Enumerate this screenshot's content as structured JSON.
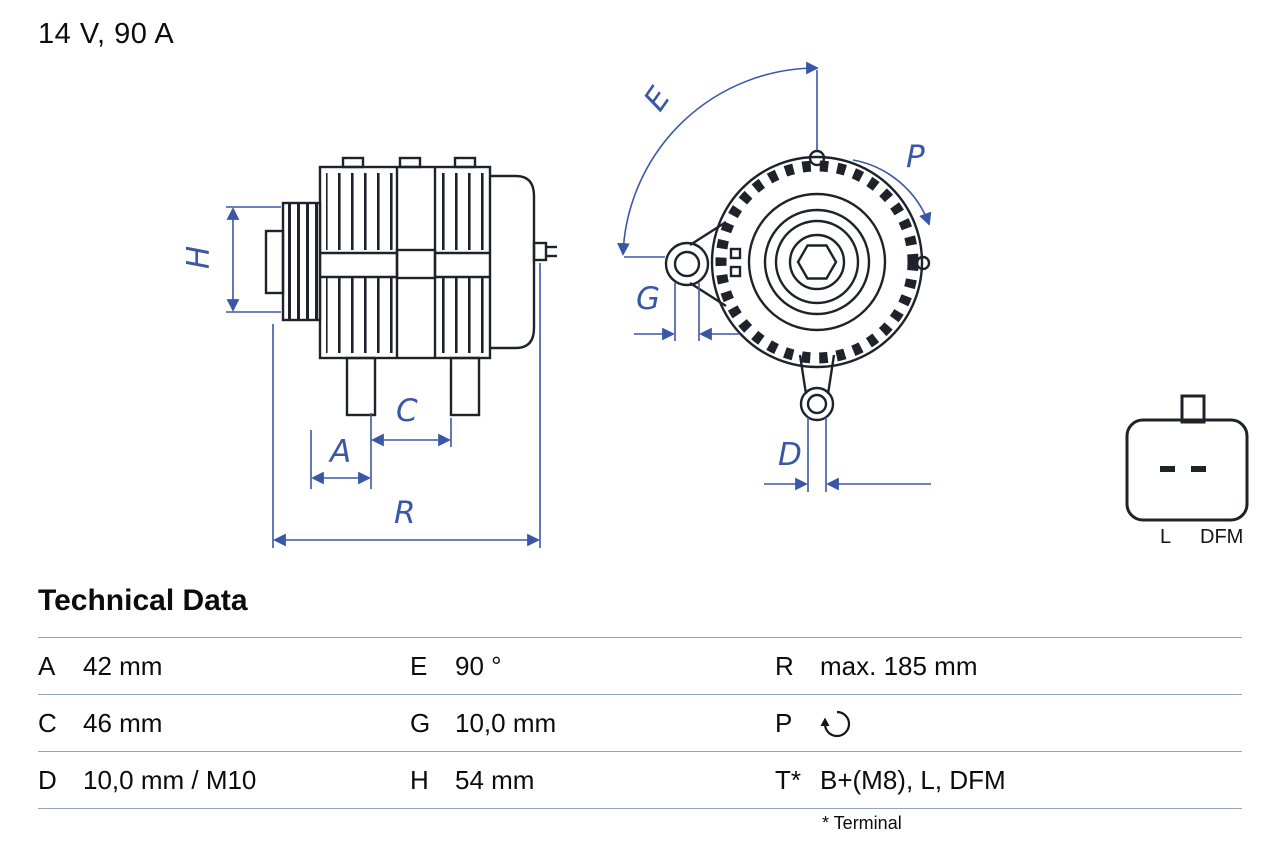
{
  "header": {
    "title": "14 V, 90 A"
  },
  "diagram": {
    "dim_labels": {
      "H": "H",
      "A": "A",
      "C": "C",
      "R": "R",
      "E": "E",
      "G": "G",
      "P": "P",
      "D": "D"
    },
    "connector": {
      "pin_left_label": "L",
      "pin_right_label": "DFM"
    },
    "icons": {
      "p_value": "rotation-direction"
    },
    "colors": {
      "dimension_blue": "#3a57a7",
      "outline_dark": "#20222b",
      "table_line": "#93a5bb"
    }
  },
  "table": {
    "title": "Technical Data",
    "rows": [
      {
        "c1k": "A",
        "c1v": "42 mm",
        "c2k": "E",
        "c2v": "90 °",
        "c3k": "R",
        "c3v": "max. 185 mm"
      },
      {
        "c1k": "C",
        "c1v": "46 mm",
        "c2k": "G",
        "c2v": "10,0 mm",
        "c3k": "P",
        "c3v": "",
        "c3_icon": "rotation-direction"
      },
      {
        "c1k": "D",
        "c1v": "10,0 mm / M10",
        "c2k": "H",
        "c2v": "54 mm",
        "c3k": "T*",
        "c3v": "B+(M8), L, DFM"
      }
    ],
    "footnote": "* Terminal"
  }
}
